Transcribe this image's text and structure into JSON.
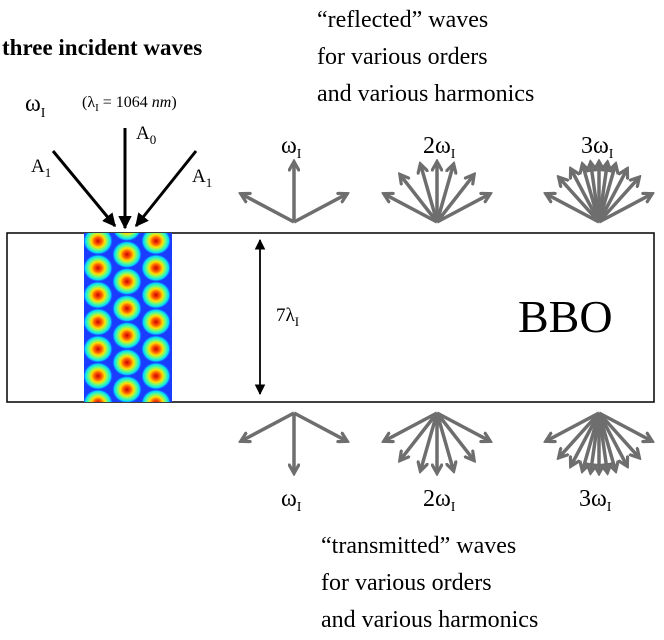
{
  "title": "three incident waves",
  "incident": {
    "omega": "ω",
    "omega_sub": "I",
    "lambda_open": "(λ",
    "lambda_sub": "I",
    "lambda_value": " = 1064 ",
    "lambda_unit": "nm",
    "lambda_close": ")",
    "beams": [
      {
        "label": "A",
        "sub": "1"
      },
      {
        "label": "A",
        "sub": "0"
      },
      {
        "label": "A",
        "sub": "1"
      }
    ]
  },
  "reflected_caption": [
    "“reflected” waves",
    "for various orders",
    "and various harmonics"
  ],
  "transmitted_caption": [
    "“transmitted” waves",
    "for various orders",
    "and various harmonics"
  ],
  "harmonics": [
    {
      "prefix": "",
      "omega": "ω",
      "sub": "I"
    },
    {
      "prefix": "2",
      "omega": "ω",
      "sub": "I"
    },
    {
      "prefix": "3",
      "omega": "ω",
      "sub": "I"
    }
  ],
  "crystal": {
    "label": "BBO",
    "thickness_prefix": "7",
    "thickness_lambda": "λ",
    "thickness_sub": "I"
  },
  "colors": {
    "outline": "#000000",
    "scattered_arrows": "#6e6e6e",
    "pattern_background": "#1a3cff",
    "pattern_ring": "#00d8ff",
    "pattern_mid": "#ffe000",
    "pattern_core": "#d81010"
  }
}
